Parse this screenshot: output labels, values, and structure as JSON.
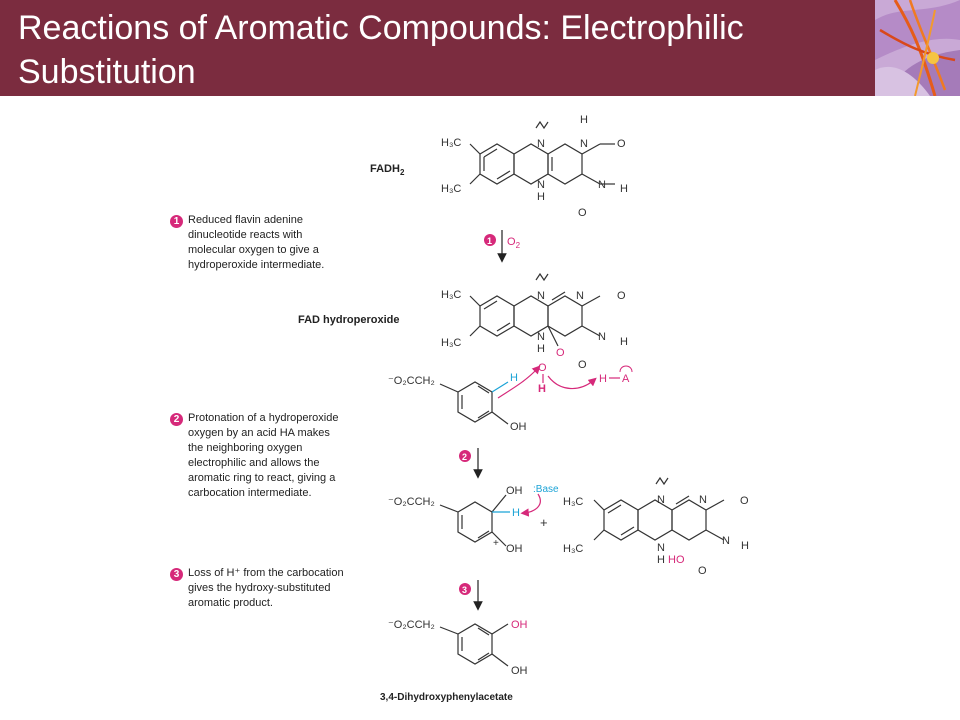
{
  "slide": {
    "title": "Reactions of Aromatic Compounds: Electrophilic Substitution",
    "banner_color": "#7b2c3f",
    "accent_color": "#d6297a",
    "cyan_color": "#1ba3d6",
    "decoration_icon": "saffron-flower-image"
  },
  "labels": {
    "fadh2": "FADH",
    "fadh2_sub": "2",
    "fad_hydroperoxide": "FAD hydroperoxide",
    "product": "3,4-Dihydroxyphenylacetate",
    "reagent_o2": "O",
    "reagent_o2_sub": "2",
    "base": "Base",
    "plus": "+",
    "carbocation_plus": "+"
  },
  "steps": [
    {
      "num": "1",
      "text": "Reduced flavin adenine dinucleotide reacts with molecular oxygen to give a hydroperoxide intermediate.",
      "lines": [
        "Reduced flavin adenine",
        "dinucleotide reacts with",
        "molecular oxygen to give a",
        "hydroperoxide intermediate."
      ]
    },
    {
      "num": "2",
      "text": "Protonation of a hydroperoxide oxygen by an acid HA makes the neighboring oxygen electrophilic and allows the aromatic ring to react, giving a carbocation intermediate.",
      "lines": [
        "Protonation of a hydroperoxide",
        "oxygen by an acid HA makes",
        "the neighboring oxygen",
        "electrophilic and allows the",
        "aromatic ring to react, giving a",
        "carbocation intermediate."
      ]
    },
    {
      "num": "3",
      "text": "Loss of H+ from the carbocation gives the hydroxy-substituted aromatic product.",
      "lines": [
        "Loss of H⁺ from the carbocation",
        "gives the hydroxy-substituted",
        "aromatic product."
      ]
    }
  ],
  "atoms": {
    "h3c": "H₃C",
    "n": "N",
    "h": "H",
    "o": "O",
    "oh": "OH",
    "ho": "HO",
    "a": "A",
    "ch2_group": "⁻O₂CCH₂"
  }
}
